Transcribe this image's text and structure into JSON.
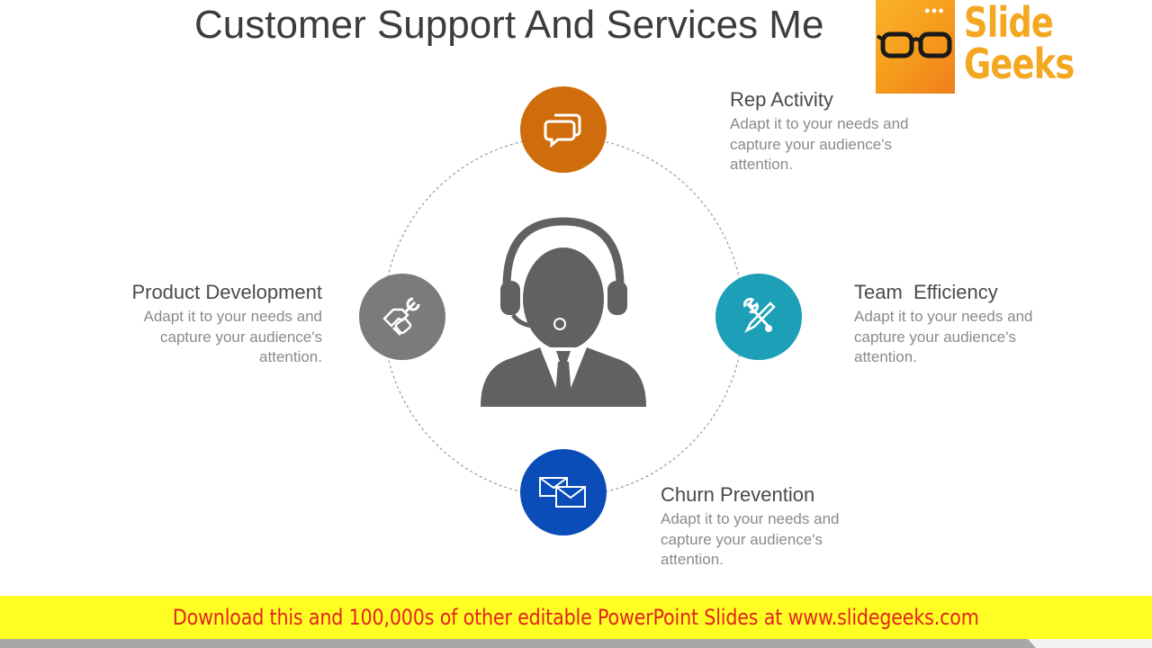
{
  "slide": {
    "title": "Customer Support And Services Me"
  },
  "logo": {
    "line1": "Slide",
    "line2": "Geeks",
    "dots": "●●●"
  },
  "items": [
    {
      "key": "rep",
      "heading": "Rep Activity",
      "body": "Adapt it to your needs and capture your audience's attention.",
      "color": "#cf6d0c",
      "icon": "chat-bubbles-icon"
    },
    {
      "key": "prod",
      "heading": "Product Development",
      "body": "Adapt it to your needs and capture your audience's attention.",
      "color": "#7b7b7b",
      "icon": "hand-wrench-icon"
    },
    {
      "key": "team",
      "heading": "Team  Efficiency",
      "body": "Adapt it to your needs and capture your audience's attention.",
      "color": "#1e9fb8",
      "icon": "tools-icon"
    },
    {
      "key": "churn",
      "heading": "Churn Prevention",
      "body": "Adapt it to your needs and capture your audience's attention.",
      "color": "#0a4db8",
      "icon": "envelopes-icon"
    }
  ],
  "center": {
    "icon": "support-agent-icon",
    "color": "#5f625f"
  },
  "banner": {
    "text": "Download this and 100,000s of other editable PowerPoint Slides at www.slidegeeks.com",
    "background": "#ffff24",
    "text_color": "#e4241e"
  }
}
